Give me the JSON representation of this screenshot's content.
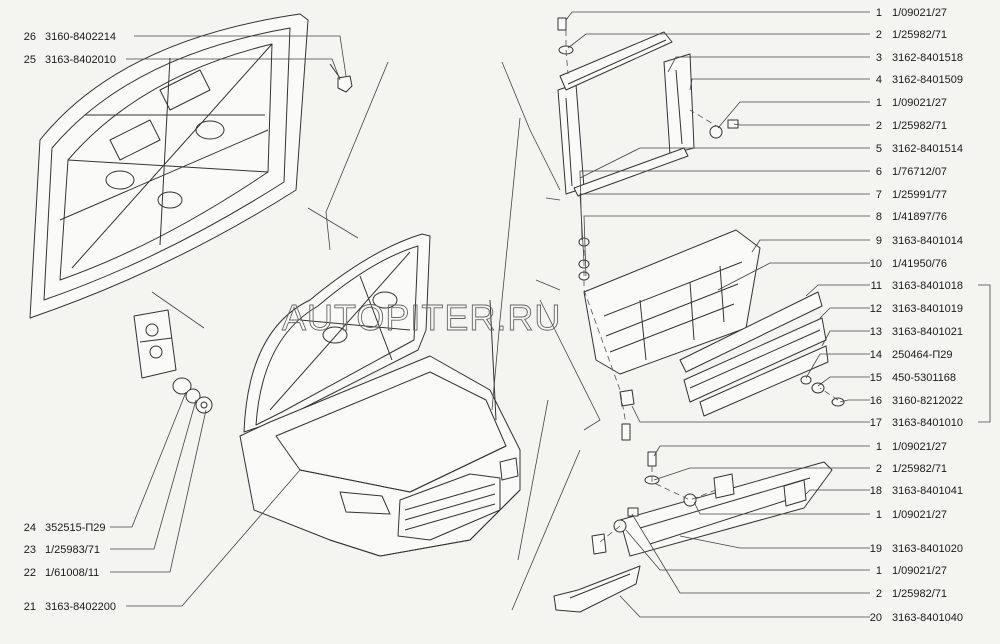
{
  "watermark": "AUTOPITER.RU",
  "callouts": {
    "r01": {
      "num": "1",
      "code": "1/09021/27"
    },
    "r02": {
      "num": "2",
      "code": "1/25982/71"
    },
    "r03": {
      "num": "3",
      "code": "3162-8401518"
    },
    "r04": {
      "num": "4",
      "code": "3162-8401509"
    },
    "r05": {
      "num": "1",
      "code": "1/09021/27"
    },
    "r06": {
      "num": "2",
      "code": "1/25982/71"
    },
    "r07": {
      "num": "5",
      "code": "3162-8401514"
    },
    "r08": {
      "num": "6",
      "code": "1/76712/07"
    },
    "r09": {
      "num": "7",
      "code": "1/25991/77"
    },
    "r10": {
      "num": "8",
      "code": "1/41897/76"
    },
    "r11": {
      "num": "9",
      "code": "3163-8401014"
    },
    "r12": {
      "num": "10",
      "code": "1/41950/76"
    },
    "r13": {
      "num": "11",
      "code": "3163-8401018"
    },
    "r14": {
      "num": "12",
      "code": "3163-8401019"
    },
    "r15": {
      "num": "13",
      "code": "3163-8401021"
    },
    "r16": {
      "num": "14",
      "code": "250464-П29"
    },
    "r17": {
      "num": "15",
      "code": "450-5301168"
    },
    "r18": {
      "num": "16",
      "code": "3160-8212022"
    },
    "r19": {
      "num": "17",
      "code": "3163-8401010"
    },
    "r20": {
      "num": "1",
      "code": "1/09021/27"
    },
    "r21": {
      "num": "2",
      "code": "1/25982/71"
    },
    "r22": {
      "num": "18",
      "code": "3163-8401041"
    },
    "r23": {
      "num": "1",
      "code": "1/09021/27"
    },
    "r24": {
      "num": "19",
      "code": "3163-8401020"
    },
    "r25": {
      "num": "1",
      "code": "1/09021/27"
    },
    "r26": {
      "num": "2",
      "code": "1/25982/71"
    },
    "r27": {
      "num": "20",
      "code": "3163-8401040"
    },
    "l26": {
      "num": "26",
      "code": "3160-8402214"
    },
    "l25": {
      "num": "25",
      "code": "3163-8402010"
    },
    "l24": {
      "num": "24",
      "code": "352515-П29"
    },
    "l23": {
      "num": "23",
      "code": "1/25983/71"
    },
    "l22": {
      "num": "22",
      "code": "1/61008/11"
    },
    "l21": {
      "num": "21",
      "code": "3163-8402200"
    }
  }
}
